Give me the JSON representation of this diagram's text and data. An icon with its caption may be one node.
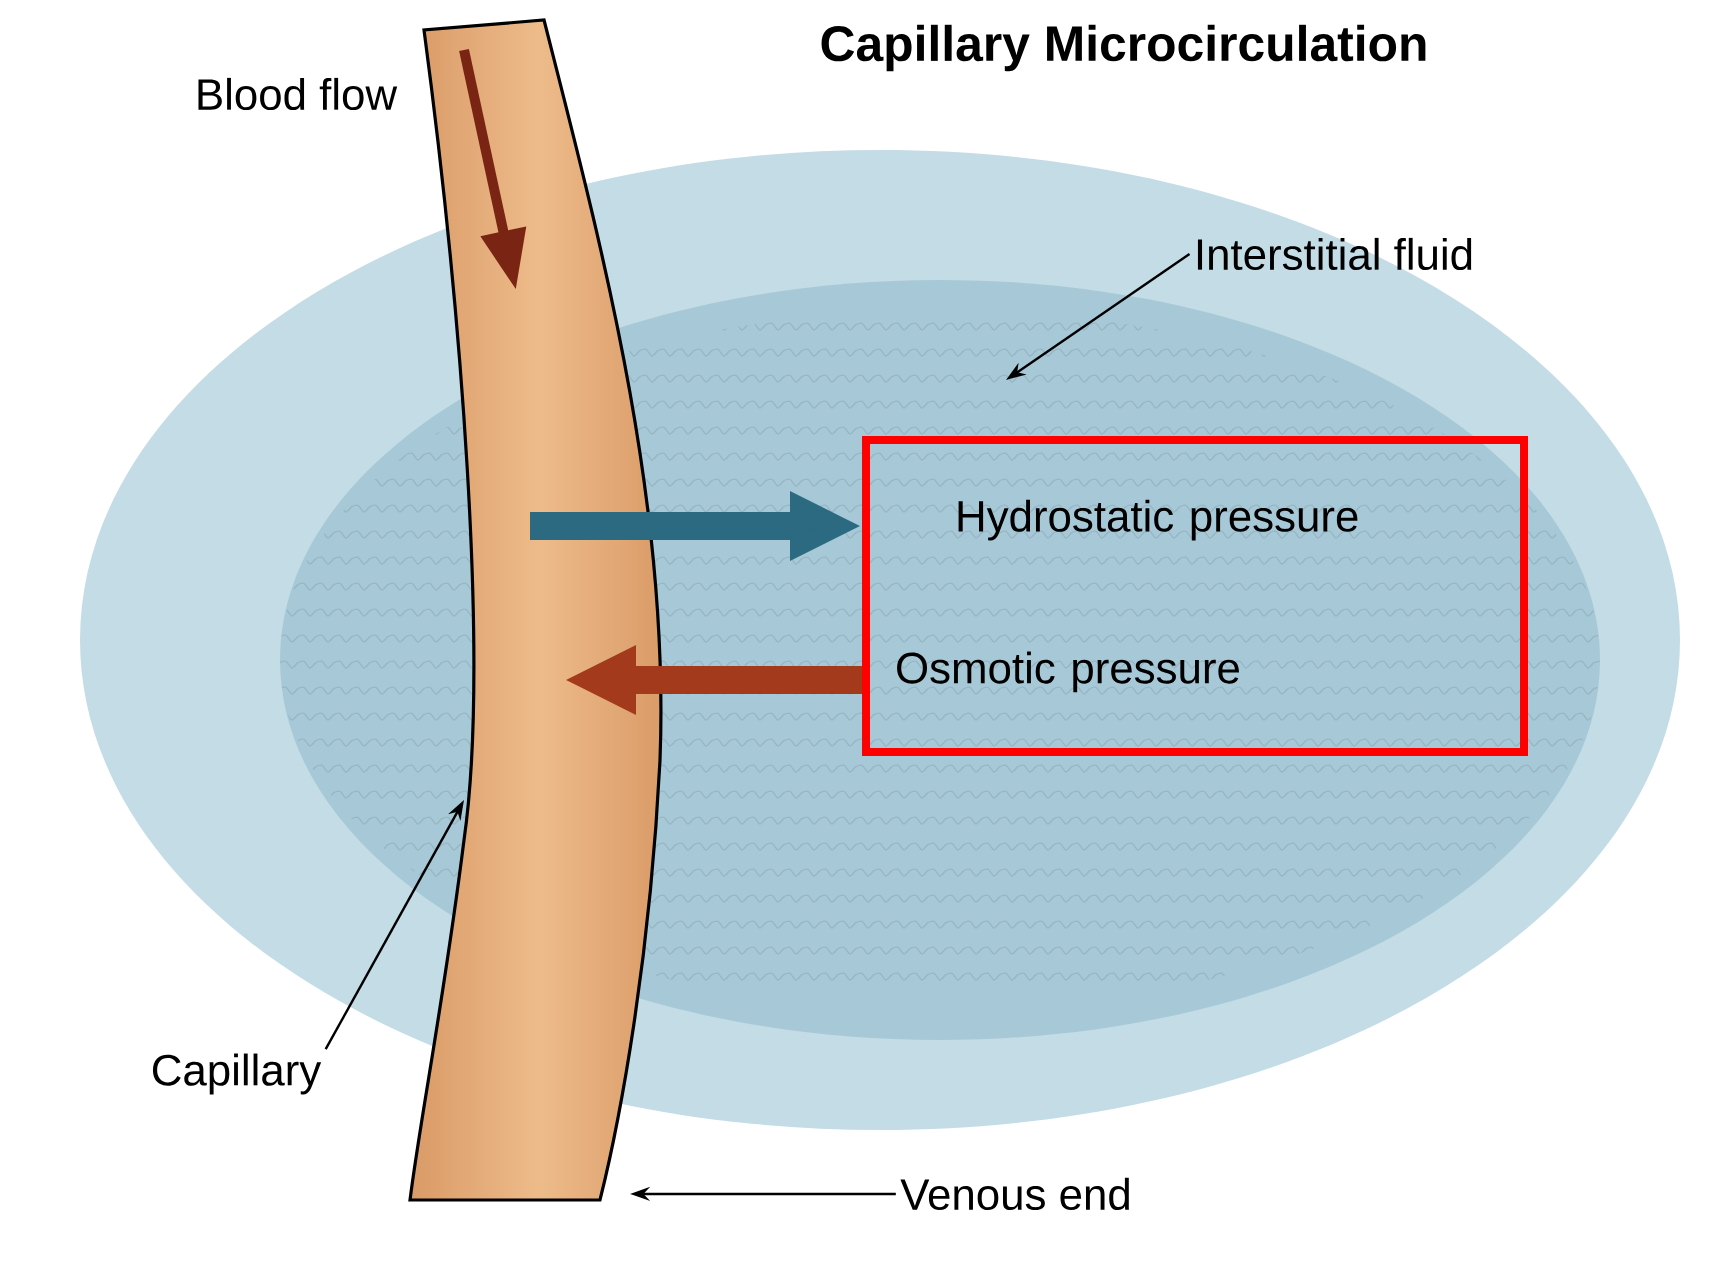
{
  "diagram": {
    "title": "Capillary Microcirculation",
    "nodes": [
      {
        "text": [
          "Interstitial fluid"
        ]
      },
      {
        "text": [
          "Hydrostatic pressure",
          "Osmotic pressure"
        ]
      },
      {
        "text": [
          "Capillary"
        ]
      },
      {
        "text": [
          "Venous end"
        ]
      }
    ],
    "edges": [
      {
        "from": 0,
        "to": null,
        "arrow": "to"
      },
      {
        "from": null,
        "to": 1,
        "arrow": "to",
        "style": "thick",
        "color": "#2b6a80"
      },
      {
        "from": 1,
        "to": null,
        "arrow": "to",
        "style": "thick",
        "color": "#a33a1c"
      },
      {
        "from": 2,
        "to": null,
        "arrow": "to"
      },
      {
        "from": 3,
        "to": null,
        "arrow": "to"
      }
    ],
    "labels": [
      "Blood flow"
    ]
  }
}
